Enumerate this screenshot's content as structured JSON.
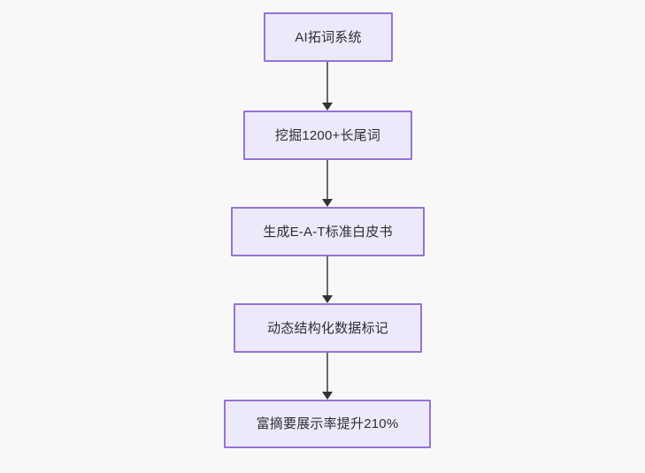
{
  "diagram": {
    "type": "flowchart",
    "direction": "top-to-bottom",
    "background_color": "#f8f8f8",
    "node_fill_color": "#ece9fb",
    "node_border_color": "#9673d3",
    "node_text_color": "#2e2e32",
    "edge_color": "#6b6b6b",
    "arrowhead_color": "#333333",
    "nodes": [
      {
        "id": "n1",
        "label": "AI拓词系统"
      },
      {
        "id": "n2",
        "label": "挖掘1200+长尾词"
      },
      {
        "id": "n3",
        "label": "生成E-A-T标准白皮书"
      },
      {
        "id": "n4",
        "label": "动态结构化数据标记"
      },
      {
        "id": "n5",
        "label": "富摘要展示率提升210%"
      }
    ],
    "edges": [
      {
        "from": "n1",
        "to": "n2",
        "label": ""
      },
      {
        "from": "n2",
        "to": "n3",
        "label": ""
      },
      {
        "from": "n3",
        "to": "n4",
        "label": ""
      },
      {
        "from": "n4",
        "to": "n5",
        "label": ""
      }
    ]
  }
}
